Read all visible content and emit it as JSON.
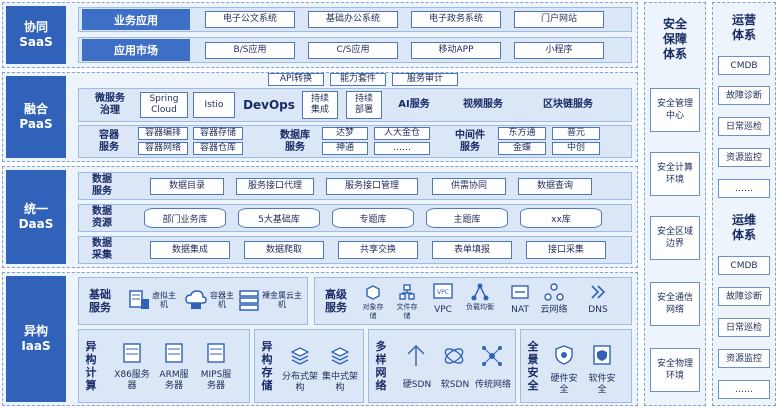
{
  "saas": {
    "label_line1": "协同",
    "label_line2": "SaaS",
    "row1_header": "业务应用",
    "row1_items": [
      "电子公文系统",
      "基础办公系统",
      "电子政务系统",
      "门户网站"
    ],
    "row2_header": "应用市场",
    "row2_items": [
      "B/S应用",
      "C/S应用",
      "移动APP",
      "小程序"
    ]
  },
  "paas": {
    "label_line1": "融合",
    "label_line2": "PaaS",
    "top_items": [
      "API转换",
      "能力套件",
      "服务审计"
    ],
    "micro_header_l1": "微服务",
    "micro_header_l2": "治理",
    "micro_items": [
      "Spring Cloud",
      "Istio"
    ],
    "devops": "DevOps",
    "devops_items": [
      "持续集成",
      "持续部署"
    ],
    "ai": "AI服务",
    "video": "视频服务",
    "blockchain": "区块链服务",
    "container_l1": "容器",
    "container_l2": "服务",
    "container_items": [
      "容器编排",
      "容器存储",
      "容器网络",
      "容器仓库"
    ],
    "db_l1": "数据库",
    "db_l2": "服务",
    "db_items": [
      "达梦",
      "人大金仓",
      "神通",
      "……"
    ],
    "mw_l1": "中间件",
    "mw_l2": "服务",
    "mw_items": [
      "东方通",
      "普元",
      "金蝶",
      "中创"
    ]
  },
  "daas": {
    "label_line1": "统一",
    "label_line2": "DaaS",
    "svc_l1": "数据",
    "svc_l2": "服务",
    "svc_items": [
      "数据目录",
      "服务接口代理",
      "服务接口管理",
      "供需协同",
      "数据查询"
    ],
    "res_l1": "数据",
    "res_l2": "资源",
    "res_items": [
      "部门业务库",
      "5大基础库",
      "专题库",
      "主题库",
      "xx库"
    ],
    "col_l1": "数据",
    "col_l2": "采集",
    "col_items": [
      "数据集成",
      "数据爬取",
      "共享交换",
      "表单填报",
      "接口采集"
    ]
  },
  "iaas": {
    "label_line1": "异构",
    "label_line2": "IaaS",
    "base_l1": "基础",
    "base_l2": "服务",
    "base_items": [
      "虚拟主机",
      "容器主机",
      "裸金属云主机"
    ],
    "adv_l1": "高级",
    "adv_l2": "服务",
    "adv_items": [
      "对象存储",
      "文件存储",
      "VPC",
      "负载均衡",
      "NAT",
      "云网络",
      "DNS"
    ],
    "compute_chars": [
      "异",
      "构",
      "计",
      "算"
    ],
    "compute_items": [
      "X86服务器",
      "ARM服务器",
      "MIPS服务器"
    ],
    "storage_chars": [
      "异",
      "构",
      "存",
      "储"
    ],
    "storage_items": [
      "分布式架构",
      "集中式架构"
    ],
    "network_chars": [
      "多",
      "样",
      "网",
      "络"
    ],
    "network_items": [
      "硬SDN",
      "软SDN",
      "传统网络"
    ],
    "security_chars": [
      "全",
      "景",
      "安",
      "全"
    ],
    "security_items": [
      "硬件安全",
      "软件安全"
    ]
  },
  "security_col": {
    "title_l1": "安全",
    "title_l2": "保障",
    "title_l3": "体系",
    "items": [
      "安全管理中心",
      "安全计算环境",
      "安全区域边界",
      "安全通信网络",
      "安全物理环境"
    ]
  },
  "ops_col": {
    "title1_l1": "运营",
    "title1_l2": "体系",
    "items1": [
      "CMDB",
      "故障诊断",
      "日常巡检",
      "资源监控",
      "……"
    ],
    "title2_l1": "运维",
    "title2_l2": "体系",
    "items2": [
      "CMDB",
      "故障诊断",
      "日常巡检",
      "资源监控",
      "……"
    ]
  }
}
